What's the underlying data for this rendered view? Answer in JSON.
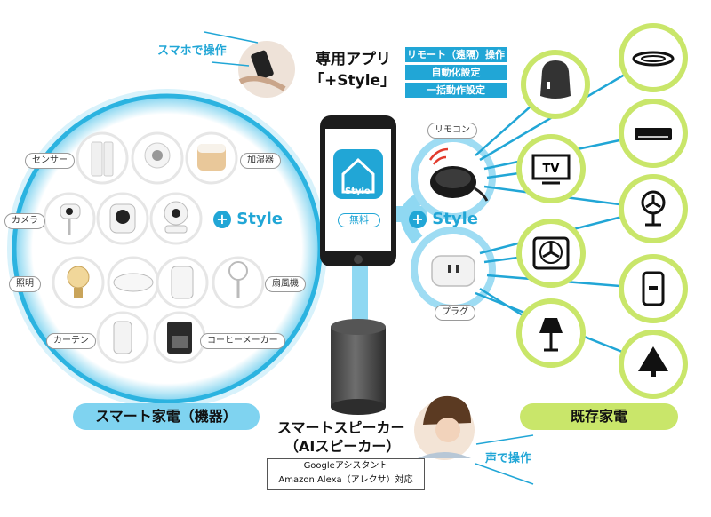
{
  "labels": {
    "app_title_1": "専用アプリ",
    "app_title_2": "「+Style」",
    "smartphone_op": "スマホで操作",
    "voice_op": "声で操作",
    "speaker_1": "スマートスピーカー",
    "speaker_2": "（AIスピーカー）",
    "assistant_1": "Googleアシスタント",
    "assistant_2": "Amazon Alexa（アレクサ）対応",
    "smart_devices": "スマート家電（機器）",
    "existing_devices": "既存家電",
    "app_badge": "無料",
    "app_icon_text": "Style",
    "brand_word": "Style"
  },
  "features": [
    "リモート（遠隔）操作",
    "自動化設定",
    "一括動作設定"
  ],
  "device_labels": {
    "sensor": "センサー",
    "humidifier": "加湿器",
    "camera": "カメラ",
    "lighting": "照明",
    "fan": "扇風機",
    "curtain": "カーテン",
    "coffee": "コーヒーメーカー",
    "remote": "リモコン",
    "plug": "プラグ"
  },
  "appliance_icons": [
    "ceiling-light-icon",
    "air-conditioner-icon",
    "fan-icon",
    "mobile-battery-icon",
    "christmas-tree-icon"
  ],
  "appliance_icons_inner": [
    "tv-icon",
    "box-fan-icon",
    "floor-lamp-icon"
  ],
  "tv_text": "TV",
  "colors": {
    "blue": "#21a6d6",
    "light_blue": "#7fd3f0",
    "lime": "#c9e66a",
    "lime_light": "#d8ec93"
  }
}
